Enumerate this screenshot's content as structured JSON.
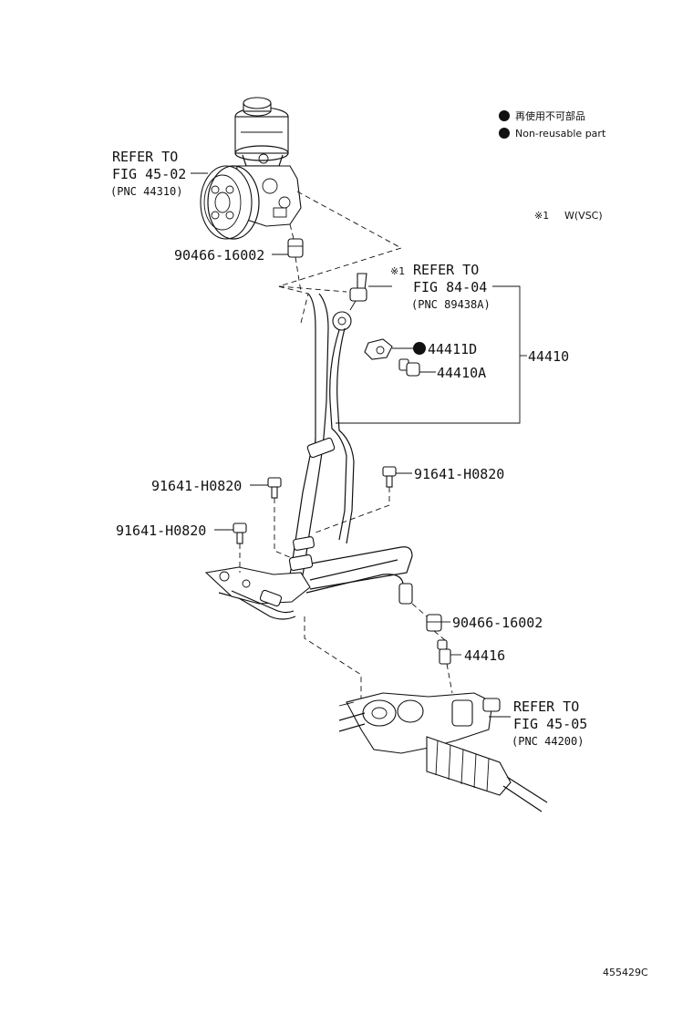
{
  "legend": {
    "jp_label": "再使用不可部品",
    "en_label": "Non-reusable part",
    "note_mark": "※1",
    "note_text": "W(VSC)"
  },
  "callouts": {
    "refer_pump": {
      "line1": "REFER TO",
      "line2": "FIG 45-02",
      "line3": "(PNC 44310)"
    },
    "refer_sensor": {
      "mark": "※1",
      "line1": "REFER TO",
      "line2": "FIG 84-04",
      "line3": "(PNC 89438A)"
    },
    "refer_gear": {
      "line1": "REFER TO",
      "line2": "FIG 45-05",
      "line3": "(PNC 44200)"
    }
  },
  "parts": {
    "gasket_top": "90466-16002",
    "gasket_bottom": "90466-16002",
    "part_44411D": "44411D",
    "part_44410A": "44410A",
    "part_44410": "44410",
    "bolt_a": "91641-H0820",
    "bolt_b": "91641-H0820",
    "bolt_c": "91641-H0820",
    "part_44416": "44416"
  },
  "diagram_id": "455429C",
  "colors": {
    "ink": "#111111",
    "background": "#ffffff"
  }
}
